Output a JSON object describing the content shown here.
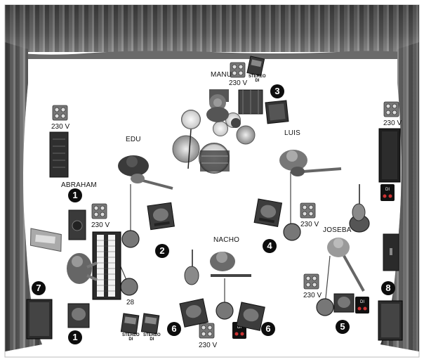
{
  "performers": {
    "manu": "MANU",
    "edu": "EDU",
    "luis": "LUIS",
    "abraham": "ABRAHAM",
    "nacho": "NACHO",
    "joseba": "JOSEBA"
  },
  "voltage_label": "230 V",
  "di_label_top": "STEREO",
  "di_label_bottom": "DI",
  "keyboard_number": "28",
  "monitor_numbers": {
    "m1_top": "1",
    "m1_bottom": "1",
    "m2": "2",
    "m3": "3",
    "m4": "4",
    "m5": "5",
    "m6_left": "6",
    "m6_right": "6",
    "m7": "7",
    "m8": "8"
  },
  "colors": {
    "curtain_dark": "#2e2e2e",
    "curtain_light": "#9a9a9a",
    "badge": "#0d0d0d",
    "floor": "#ffffff"
  },
  "icons": [
    "curtain-icon",
    "power-outlet-icon",
    "wedge-monitor-icon",
    "drum-kit-icon",
    "amplifier-icon",
    "keyboard-icon",
    "guitar-icon",
    "microphone-stand-icon",
    "di-box-icon",
    "speaker-icon",
    "musician-icon"
  ]
}
